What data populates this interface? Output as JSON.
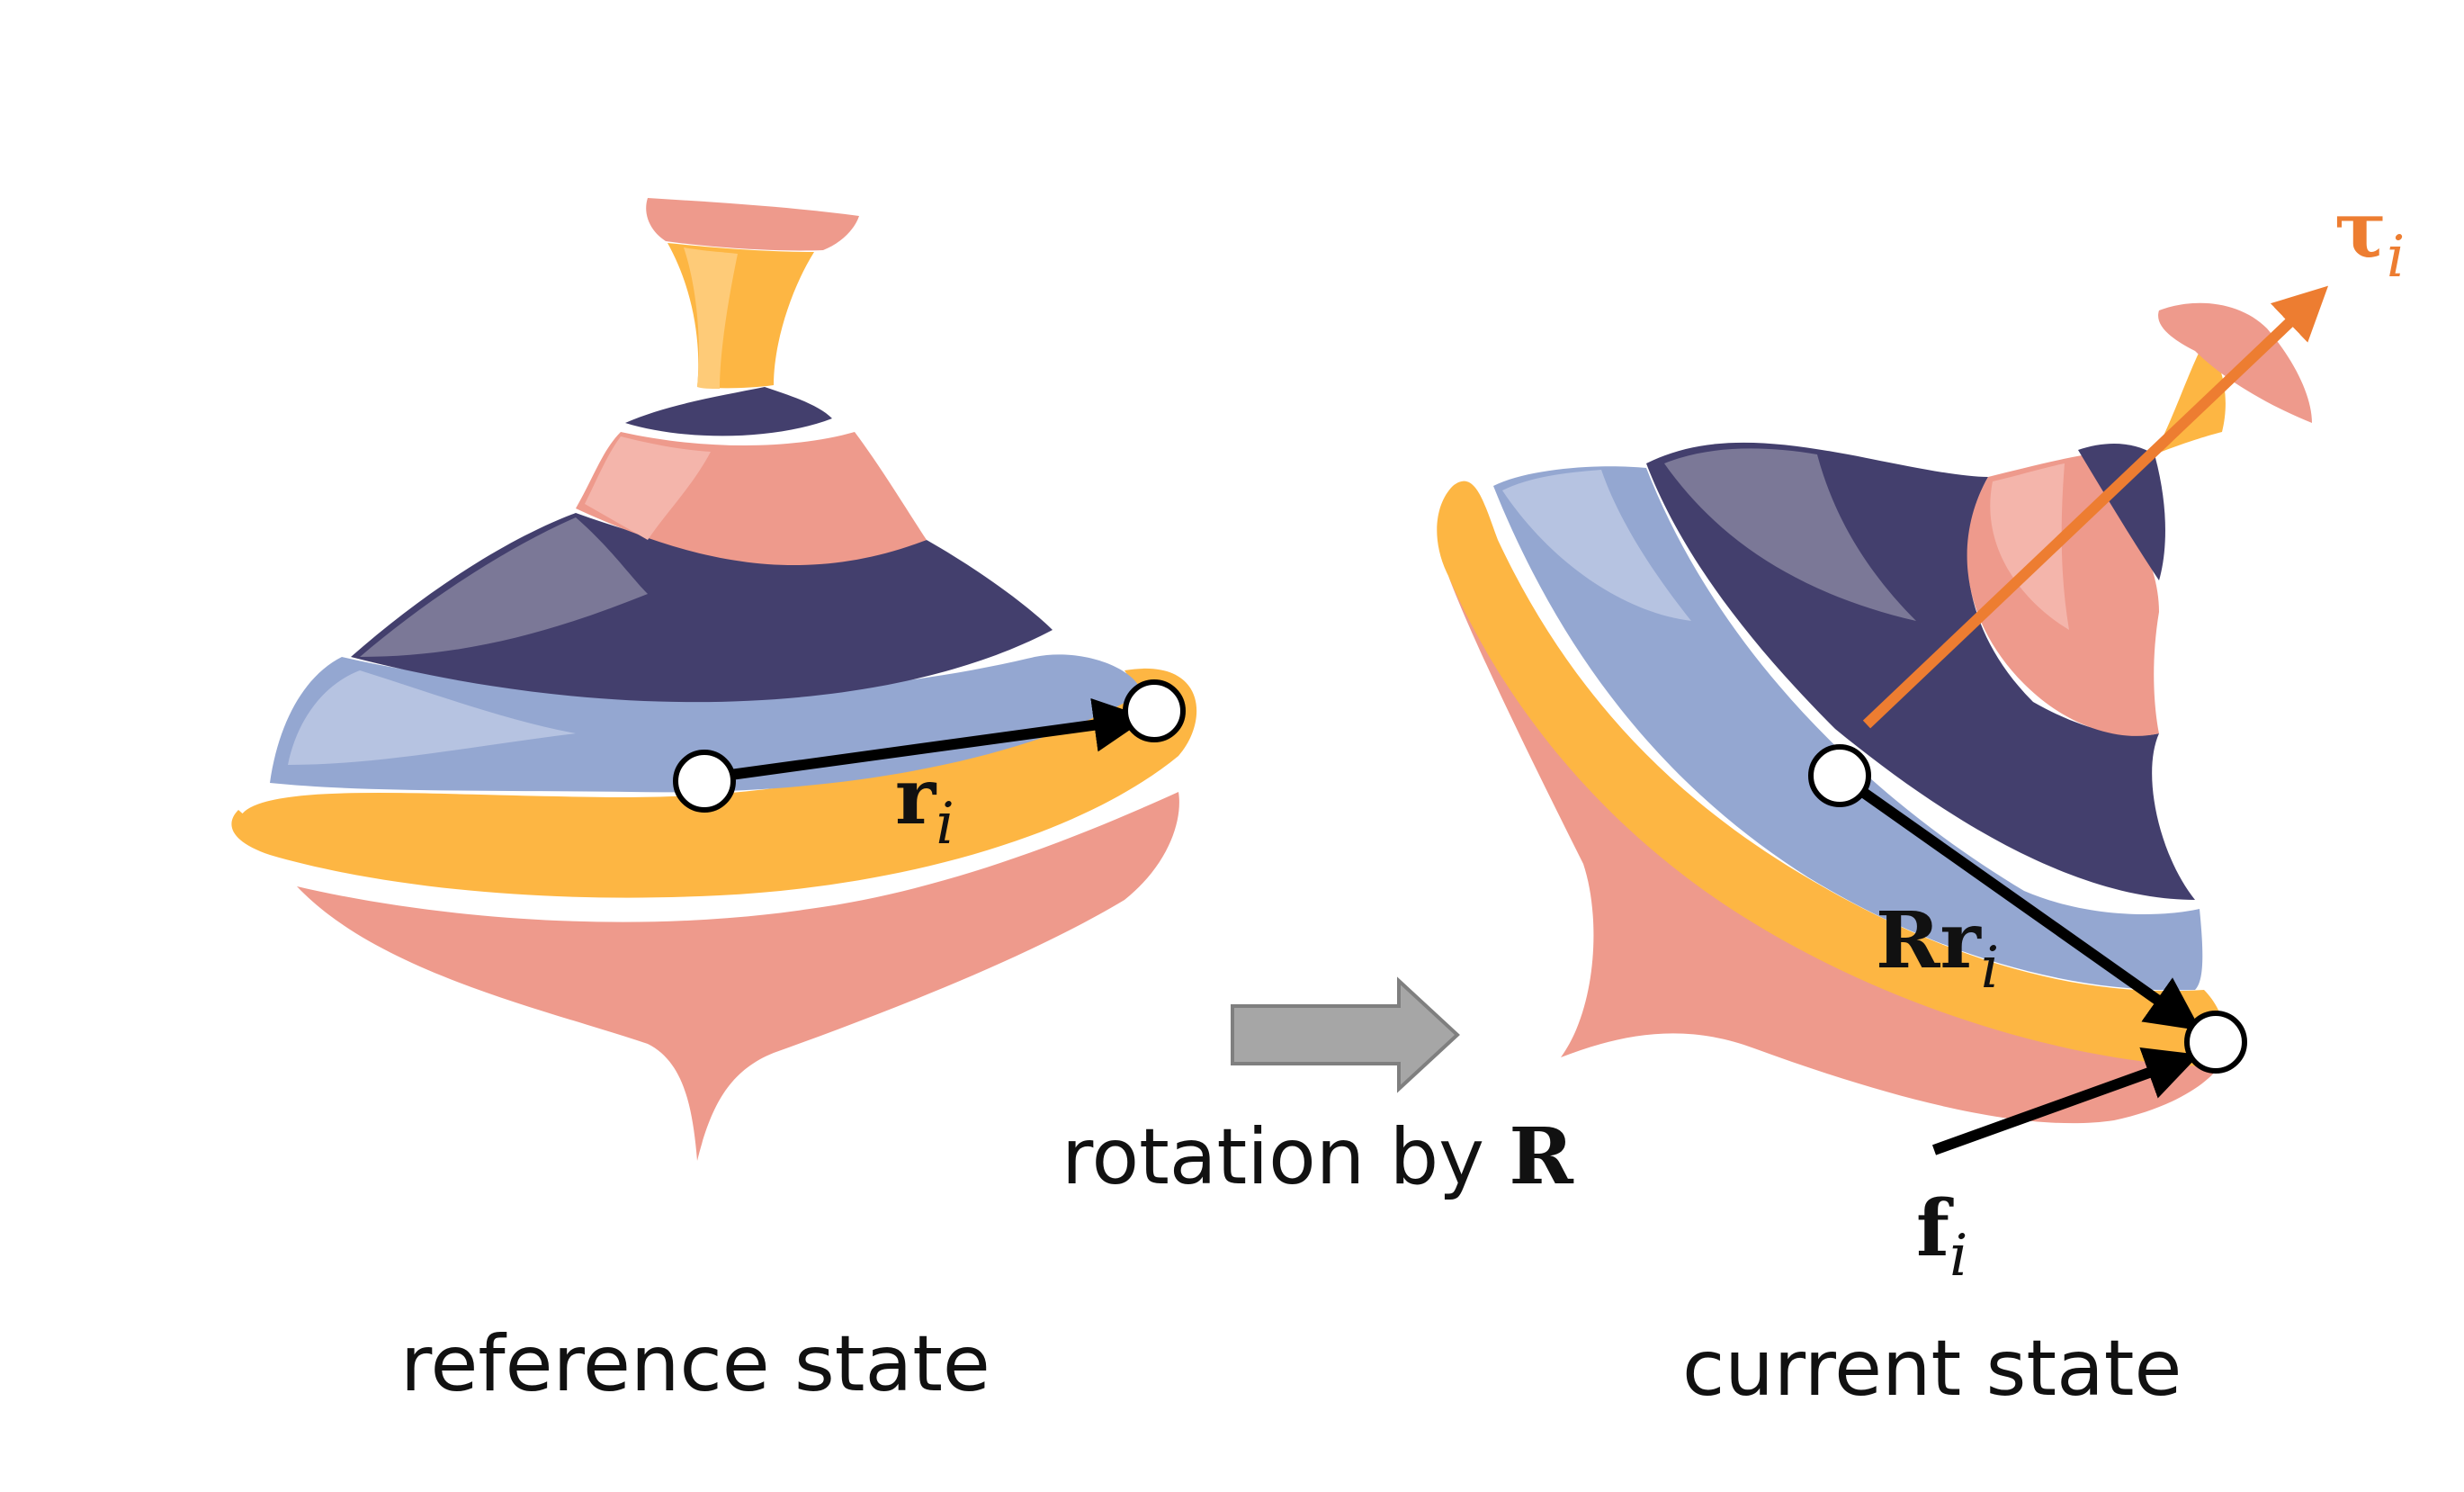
{
  "captions": {
    "reference": "reference state",
    "current": "current state",
    "rotation_prefix": "rotation by ",
    "rotation_symbol": "R"
  },
  "vectors": {
    "r": {
      "symbol": "r",
      "subscript": "i"
    },
    "Rr": {
      "symbol": "Rr",
      "subscript": "i"
    },
    "f": {
      "symbol": "f",
      "subscript": "i"
    },
    "tau": {
      "symbol": "τ",
      "subscript": "i"
    }
  },
  "colors": {
    "pink": "#ee9a8c",
    "light_pink": "#f4b5ab",
    "navy": "#433f6d",
    "light_navy": "#7b7897",
    "periwinkle": "#94a7d1",
    "light_periwinkle": "#b6c3e1",
    "gold": "#fdb643",
    "light_gold": "#fecb78",
    "arrow_gray": "#a6a6a6",
    "torque_orange": "#ed7d31",
    "ink": "#000000"
  }
}
